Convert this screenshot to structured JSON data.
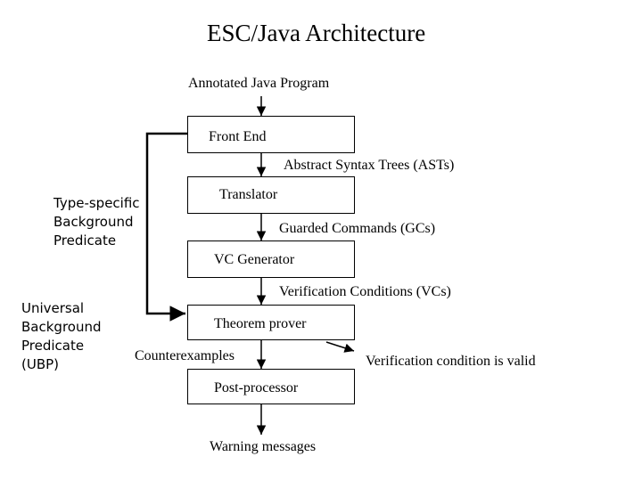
{
  "title": "ESC/Java Architecture",
  "input_label": "Annotated Java Program",
  "boxes": {
    "front_end": "Front End",
    "translator": "Translator",
    "vc_generator": "VC Generator",
    "theorem_prover": "Theorem prover",
    "post_processor": "Post-processor"
  },
  "edges": {
    "asts": "Abstract Syntax Trees (ASTs)",
    "gcs": "Guarded Commands (GCs)",
    "vcs": "Verification Conditions (VCs)",
    "counterexamples": "Counterexamples",
    "valid": "Verification condition is valid",
    "warnings": "Warning messages"
  },
  "side_labels": {
    "type_specific": "Type-specific\nBackground\nPredicate",
    "universal": "Universal\nBackground\nPredicate\n(UBP)"
  }
}
